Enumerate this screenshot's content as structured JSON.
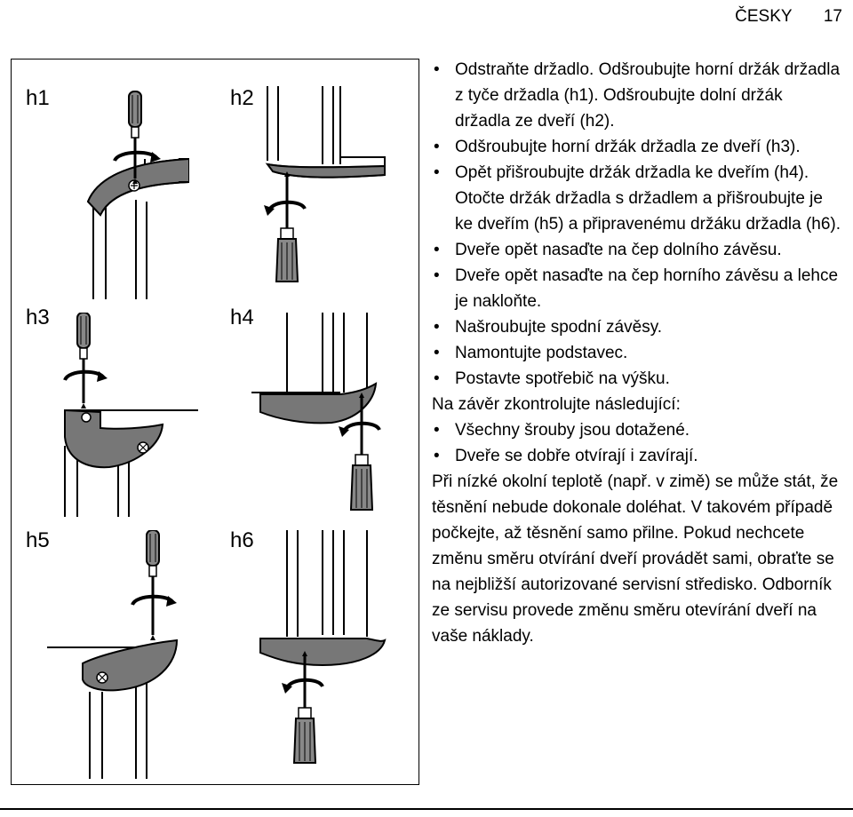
{
  "header": {
    "language": "ČESKY",
    "page_number": "17"
  },
  "figures": {
    "h1": "h1",
    "h2": "h2",
    "h3": "h3",
    "h4": "h4",
    "h5": "h5",
    "h6": "h6"
  },
  "steps_1": [
    "Odstraňte držadlo. Odšroubujte horní držák držadla z tyče držadla (h1). Odšroubujte dolní držák držadla ze dveří (h2).",
    "Odšroubujte horní držák držadla ze dveří (h3).",
    "Opět přišroubujte držák držadla ke dveřím (h4). Otočte držák držadla s držadlem a přišroubujte je ke dveřím (h5) a připravenému držáku držadla (h6).",
    "Dveře opět nasaďte na čep dolního závěsu.",
    "Dveře opět nasaďte na čep horního závěsu a lehce je nakloňte.",
    "Našroubujte spodní závěsy.",
    "Namontujte podstavec.",
    "Postavte spotřebič na výšku."
  ],
  "checklist_intro": "Na závěr zkontrolujte následující:",
  "checklist": [
    "Všechny šrouby jsou dotažené.",
    "Dveře se dobře otvírají i zavírají."
  ],
  "note": "Při nízké okolní teplotě (např. v zimě) se může stát, že těsnění nebude dokonale doléhat. V takovém případě počkejte, až těsnění samo přilne. Pokud nechcete změnu směru otvírání dveří provádět sami, obraťte se na nejbližší autorizované servisní středisko. Odborník ze servisu provede změnu směru otevírání dveří na vaše náklady."
}
